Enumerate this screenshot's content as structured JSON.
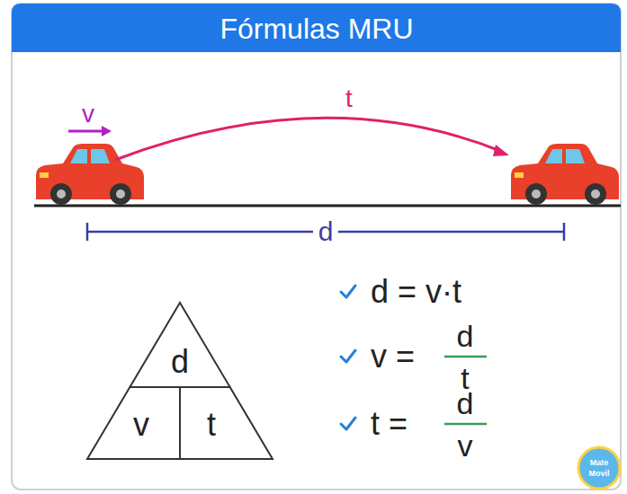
{
  "diagram": {
    "title": "Fórmulas MRU",
    "nodes": [
      {
        "text": [
          "d",
          "v",
          "t"
        ]
      }
    ],
    "labels": [
      "v",
      "t",
      "d",
      "d = v·t",
      "v =",
      "d",
      "t",
      "t =",
      "d",
      "v",
      "Mate",
      "Movil"
    ]
  }
}
